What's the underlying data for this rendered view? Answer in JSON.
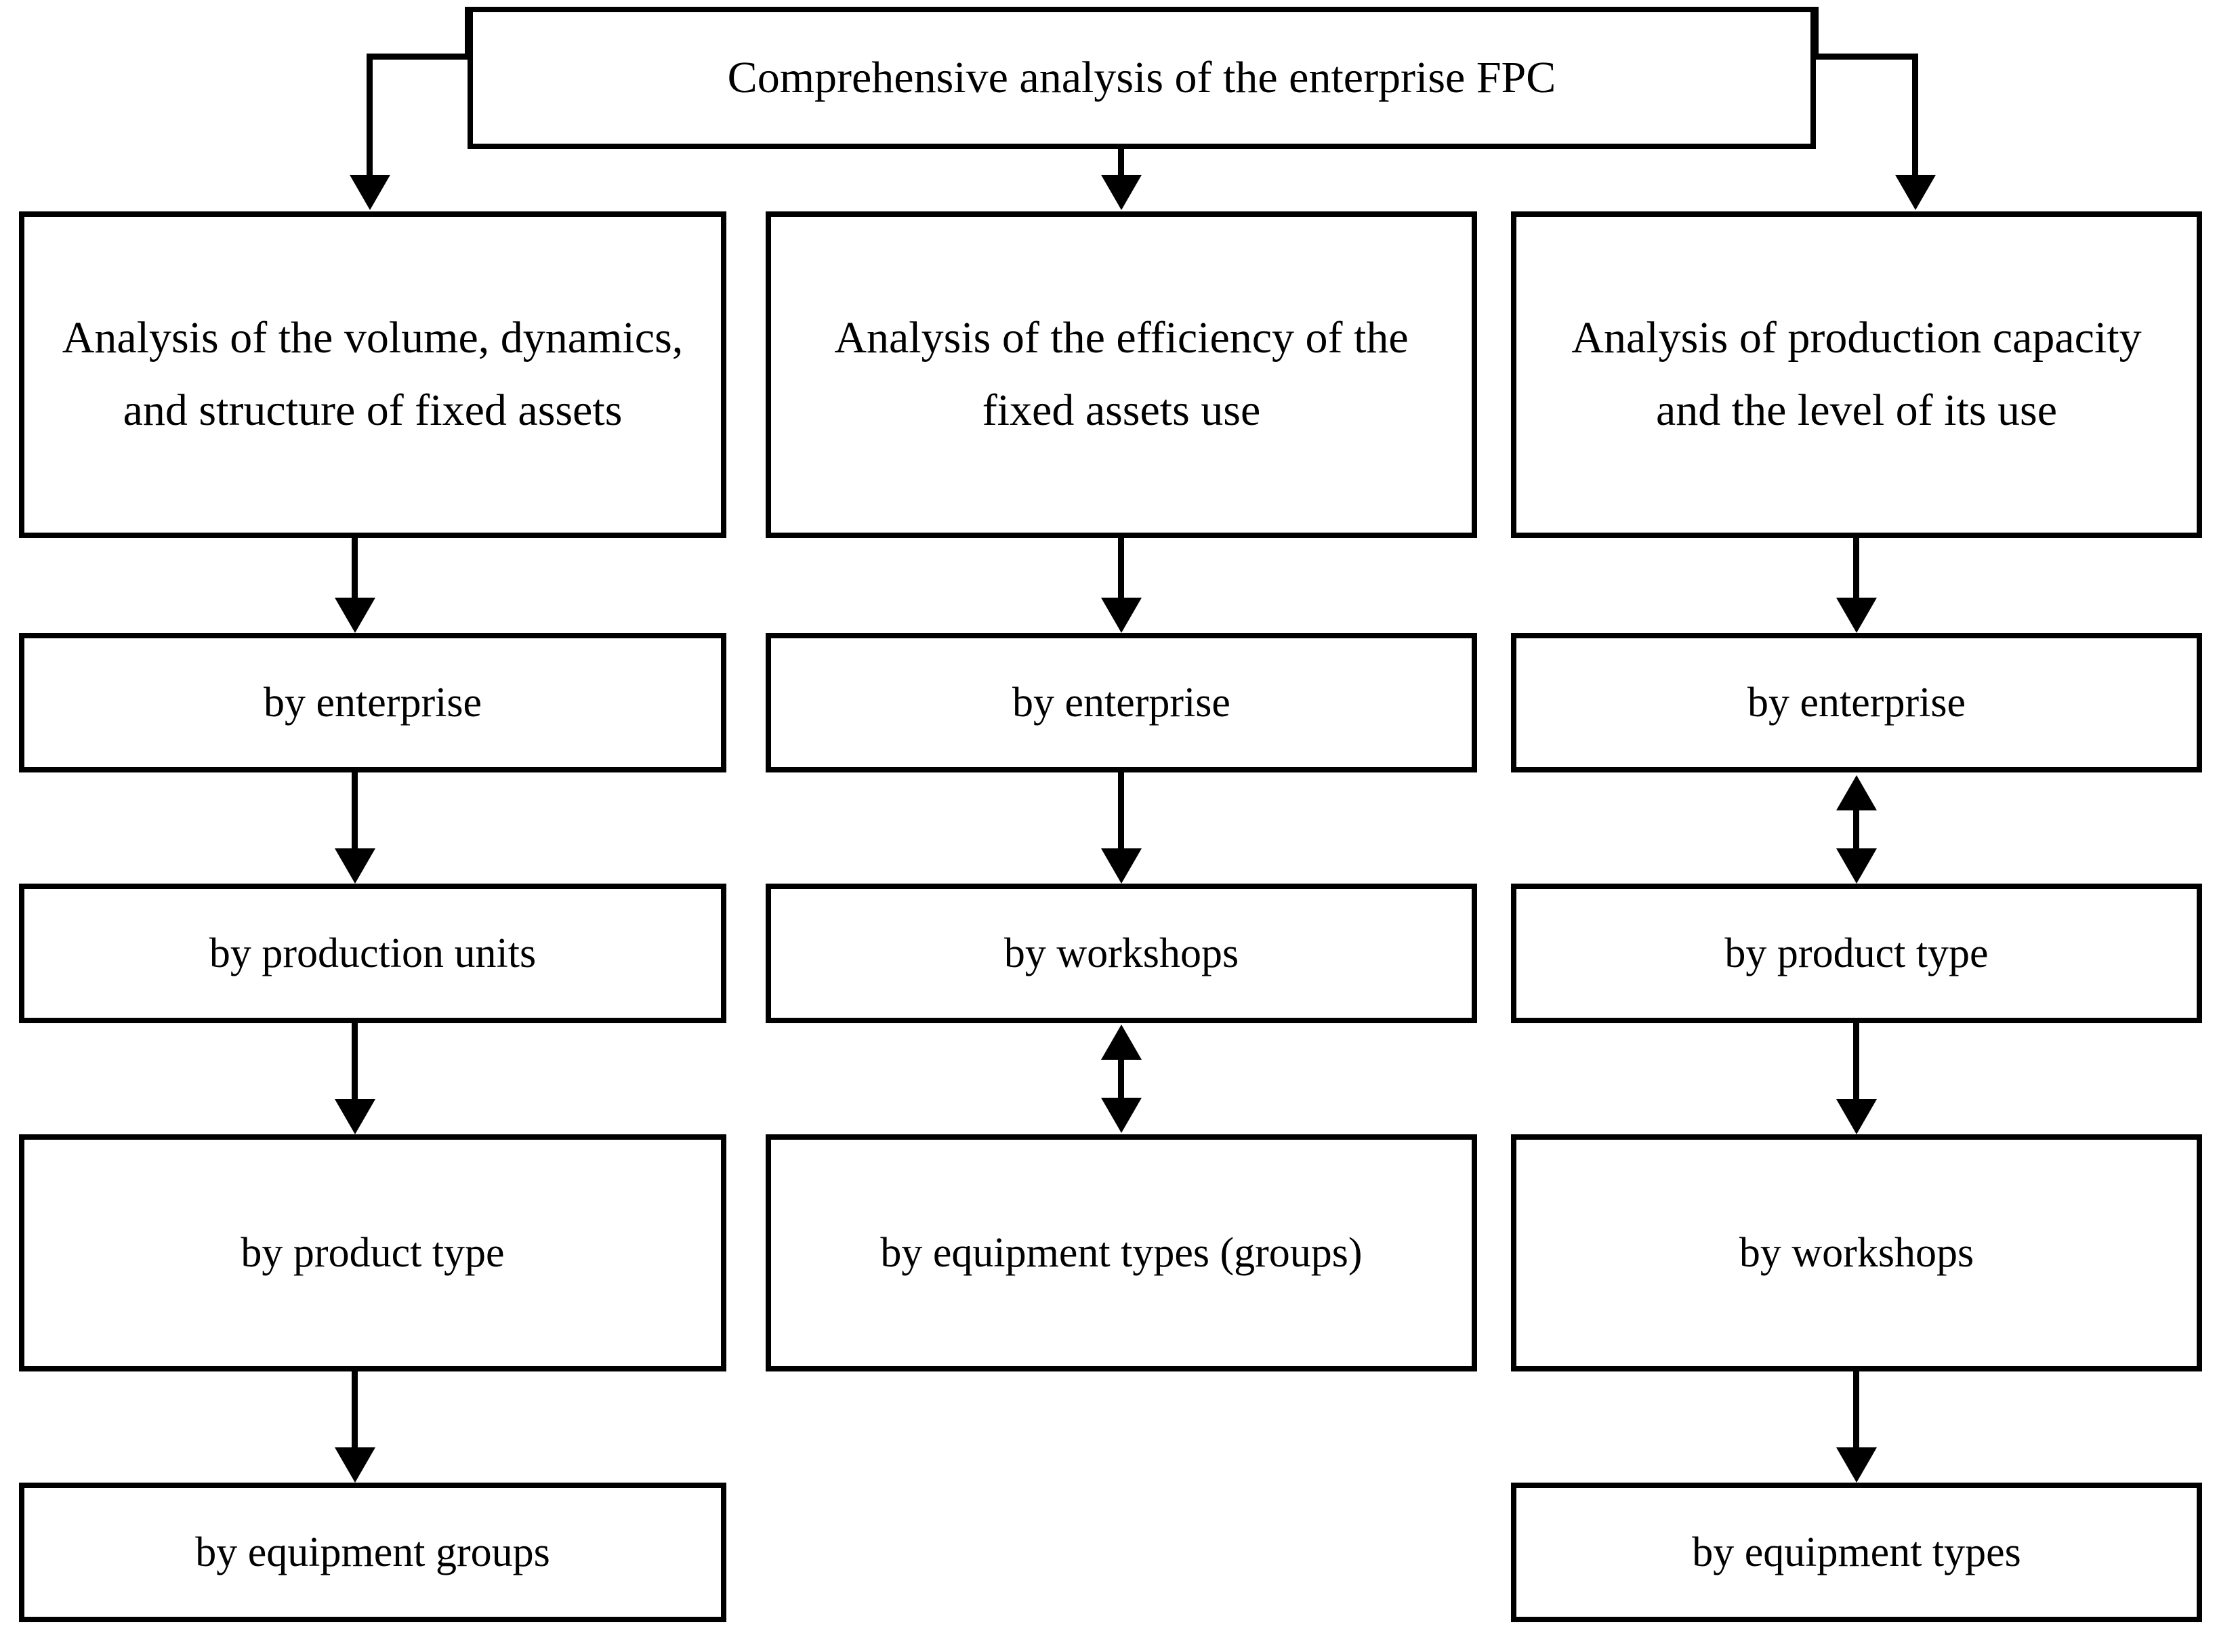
{
  "diagram": {
    "type": "flowchart",
    "root": {
      "label": "Comprehensive analysis of the enterprise FPC"
    },
    "columns": [
      {
        "id": "col-1",
        "header": "Analysis of the volume, dynamics, and structure of fixed assets",
        "levels": [
          "by enterprise",
          "by production units",
          "by product type",
          "by equipment groups"
        ]
      },
      {
        "id": "col-2",
        "header": "Analysis of the efficiency of the fixed assets use",
        "levels": [
          "by enterprise",
          "by workshops",
          "by equipment types (groups)"
        ]
      },
      {
        "id": "col-3",
        "header": "Analysis of production capacity and the level of its use",
        "levels": [
          "by enterprise",
          "by product type",
          "by workshops",
          "by equipment types"
        ]
      }
    ],
    "connectors": [
      {
        "from": "root",
        "to": "col-1-header",
        "style": "elbow",
        "heads": "down"
      },
      {
        "from": "root",
        "to": "col-2-header",
        "style": "straight",
        "heads": "down"
      },
      {
        "from": "root",
        "to": "col-3-header",
        "style": "elbow",
        "heads": "down"
      },
      {
        "from": "col-1-header",
        "to": "col-1-l1",
        "style": "straight",
        "heads": "down"
      },
      {
        "from": "col-1-l1",
        "to": "col-1-l2",
        "style": "straight",
        "heads": "down"
      },
      {
        "from": "col-1-l2",
        "to": "col-1-l3",
        "style": "straight",
        "heads": "down"
      },
      {
        "from": "col-1-l3",
        "to": "col-1-l4",
        "style": "straight",
        "heads": "down"
      },
      {
        "from": "col-2-header",
        "to": "col-2-l1",
        "style": "straight",
        "heads": "down"
      },
      {
        "from": "col-2-l1",
        "to": "col-2-l2",
        "style": "straight",
        "heads": "down"
      },
      {
        "from": "col-2-l2",
        "to": "col-2-l3",
        "style": "straight",
        "heads": "both"
      },
      {
        "from": "col-3-header",
        "to": "col-3-l1",
        "style": "straight",
        "heads": "down"
      },
      {
        "from": "col-3-l1",
        "to": "col-3-l2",
        "style": "straight",
        "heads": "both"
      },
      {
        "from": "col-3-l2",
        "to": "col-3-l3",
        "style": "straight",
        "heads": "down"
      },
      {
        "from": "col-3-l3",
        "to": "col-3-l4",
        "style": "straight",
        "heads": "down"
      }
    ],
    "style": {
      "background": "#ffffff",
      "border_color": "#000000",
      "text_color": "#000000"
    }
  }
}
